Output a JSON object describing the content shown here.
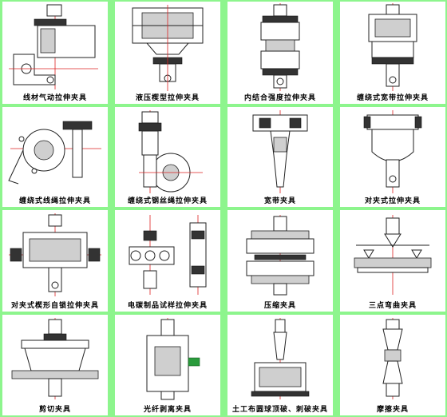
{
  "colors": {
    "background": "#8df58d",
    "panel": "#ffffff",
    "accent_red": "#dd2222",
    "accent_green": "#2a9b3c"
  },
  "fixtures": [
    {
      "label": "线材气动拉伸夹具"
    },
    {
      "label": "液压楔型拉伸夹具"
    },
    {
      "label": "内结合强度拉伸夹具"
    },
    {
      "label": "缠绕式宽带拉伸夹具"
    },
    {
      "label": "缠绕式线绳拉伸夹具"
    },
    {
      "label": "缠绕式钢丝绳拉伸夹具"
    },
    {
      "label": "宽带夹具"
    },
    {
      "label": "对夹式拉伸夹具"
    },
    {
      "label": "对夹式楔形自锁拉伸夹具"
    },
    {
      "label": "电碳制品试样拉伸夹具"
    },
    {
      "label": "压缩夹具"
    },
    {
      "label": "三点弯曲夹具"
    },
    {
      "label": "剪切夹具"
    },
    {
      "label": "光纤剥离夹具"
    },
    {
      "label": "土工布圆球顶破、刺破夹具"
    },
    {
      "label": "摩擦夹具"
    }
  ]
}
